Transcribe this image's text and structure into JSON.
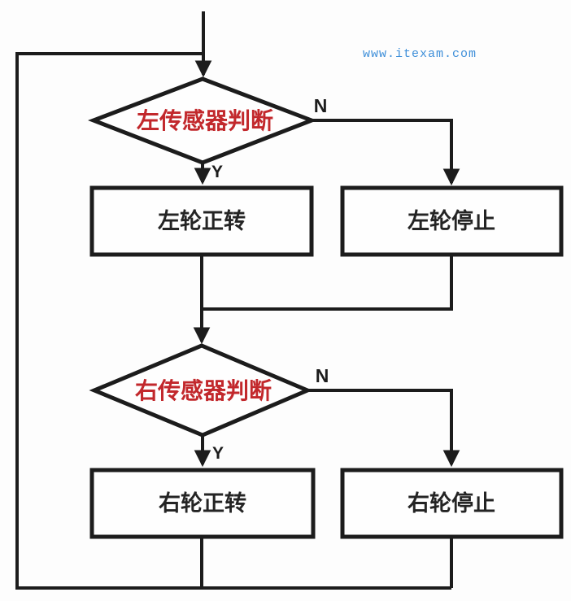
{
  "colors": {
    "line": "#1c1c1c",
    "node_fill": "#fefefe",
    "decision_text": "#c2282c",
    "process_text": "#242424",
    "watermark": "#3e8fd9"
  },
  "watermark": {
    "text": "www.itexam.com"
  },
  "flowchart": {
    "decisions": [
      {
        "label": "左传感器判断"
      },
      {
        "label": "右传感器判断"
      }
    ],
    "processes": [
      {
        "label": "左轮正转"
      },
      {
        "label": "左轮停止"
      },
      {
        "label": "右轮正转"
      },
      {
        "label": "右轮停止"
      }
    ],
    "branch_labels": {
      "no": "N",
      "yes": "Y"
    }
  }
}
